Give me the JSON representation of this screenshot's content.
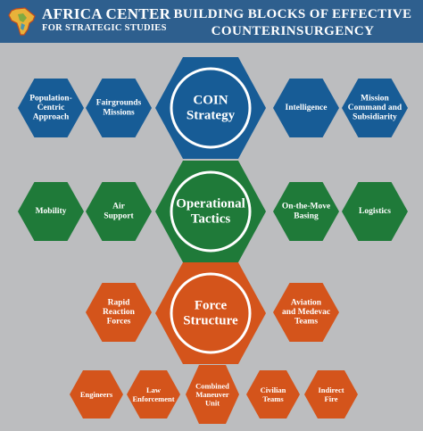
{
  "header": {
    "org_name": "AFRICA CENTER",
    "org_sub": "FOR STRATEGIC STUDIES",
    "title_line1": "BUILDING BLOCKS OF EFFECTIVE",
    "title_line2": "COUNTERINSURGENCY",
    "logo_icon": "africa-map-icon"
  },
  "colors": {
    "header_bg": "#2e5f8e",
    "background": "#bcbdbf",
    "strategy": "#175c96",
    "tactics": "#1f7a39",
    "force": "#d4541b",
    "text": "#ffffff"
  },
  "central": [
    {
      "label": [
        "COIN",
        "Strategy"
      ],
      "color": "#175c96"
    },
    {
      "label": [
        "Operational",
        "Tactics"
      ],
      "color": "#1f7a39"
    },
    {
      "label": [
        "Force",
        "Structure"
      ],
      "color": "#d4541b"
    }
  ],
  "blocks": [
    {
      "label": [
        "Population-",
        "Centric",
        "Approach"
      ],
      "color": "#175c96"
    },
    {
      "label": [
        "Fairgrounds",
        "Missions"
      ],
      "color": "#175c96"
    },
    {
      "label": [
        "Intelligence"
      ],
      "color": "#175c96"
    },
    {
      "label": [
        "Mission",
        "Command and",
        "Subsidiarity"
      ],
      "color": "#175c96"
    },
    {
      "label": [
        "Mobility"
      ],
      "color": "#1f7a39"
    },
    {
      "label": [
        "Air",
        "Support"
      ],
      "color": "#1f7a39"
    },
    {
      "label": [
        "On-the-Move",
        "Basing"
      ],
      "color": "#1f7a39"
    },
    {
      "label": [
        "Logistics"
      ],
      "color": "#1f7a39"
    },
    {
      "label": [
        "Rapid",
        "Reaction",
        "Forces"
      ],
      "color": "#d4541b"
    },
    {
      "label": [
        "Aviation",
        "and Medevac",
        "Teams"
      ],
      "color": "#d4541b"
    },
    {
      "label": [
        "Engineers"
      ],
      "color": "#d4541b"
    },
    {
      "label": [
        "Law",
        "Enforcement"
      ],
      "color": "#d4541b"
    },
    {
      "label": [
        "Combined",
        "Maneuver",
        "Unit"
      ],
      "color": "#d4541b"
    },
    {
      "label": [
        "Civilian",
        "Teams"
      ],
      "color": "#d4541b"
    },
    {
      "label": [
        "Indirect",
        "Fire"
      ],
      "color": "#d4541b"
    }
  ]
}
